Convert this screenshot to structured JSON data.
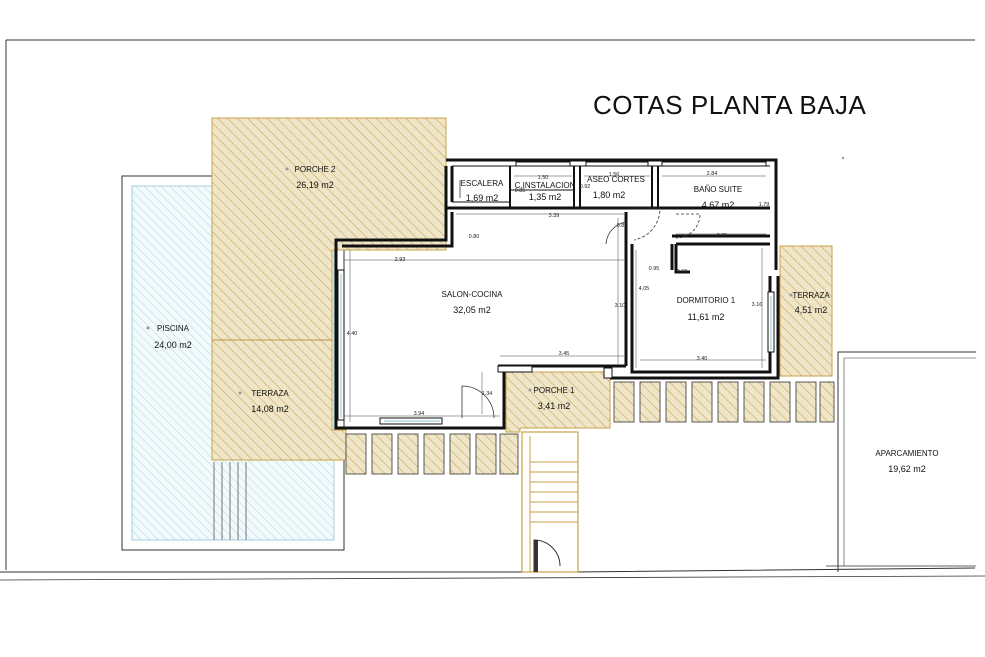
{
  "title": "COTAS PLANTA BAJA",
  "rooms": [
    {
      "name": "PORCHE 2",
      "area": "26,19 m2"
    },
    {
      "name": "ESCALERA",
      "area": "1,69 m2"
    },
    {
      "name": "C.INSTALACION",
      "area": "1,35 m2"
    },
    {
      "name": "ASEO CORTES",
      "area": "1,80 m2"
    },
    {
      "name": "BAÑO SUITE",
      "area": "4,67 m2"
    },
    {
      "name": "PISCINA",
      "area": "24,00 m2"
    },
    {
      "name": "SALON-COCINA",
      "area": "32,05 m2"
    },
    {
      "name": "DORMITORIO 1",
      "area": "11,61 m2"
    },
    {
      "name": "TERRAZA",
      "area": "4,51 m2"
    },
    {
      "name": "TERRAZA",
      "area": "14,08 m2"
    },
    {
      "name": "PORCHE 1",
      "area": "3,41 m2"
    },
    {
      "name": "APARCAMIENTO",
      "area": "19,62 m2"
    }
  ],
  "dimensions": [
    "1.50",
    "1.56",
    "2.84",
    "0.85",
    "0.92",
    "3.39",
    "0.80",
    "0.85",
    "2.35",
    "1.79",
    "2.93",
    "0.95",
    "0.60",
    "4.40",
    "3.10",
    "4.05",
    "3.16",
    "3.45",
    "3.40",
    "1.34",
    "3.94"
  ],
  "colors": {
    "hatch": "#c8a24a",
    "hatch_fill": "#efe6c9",
    "pool_hatch": "#8ec3d6",
    "wall": "#111111",
    "stair": "#c8a24a"
  }
}
